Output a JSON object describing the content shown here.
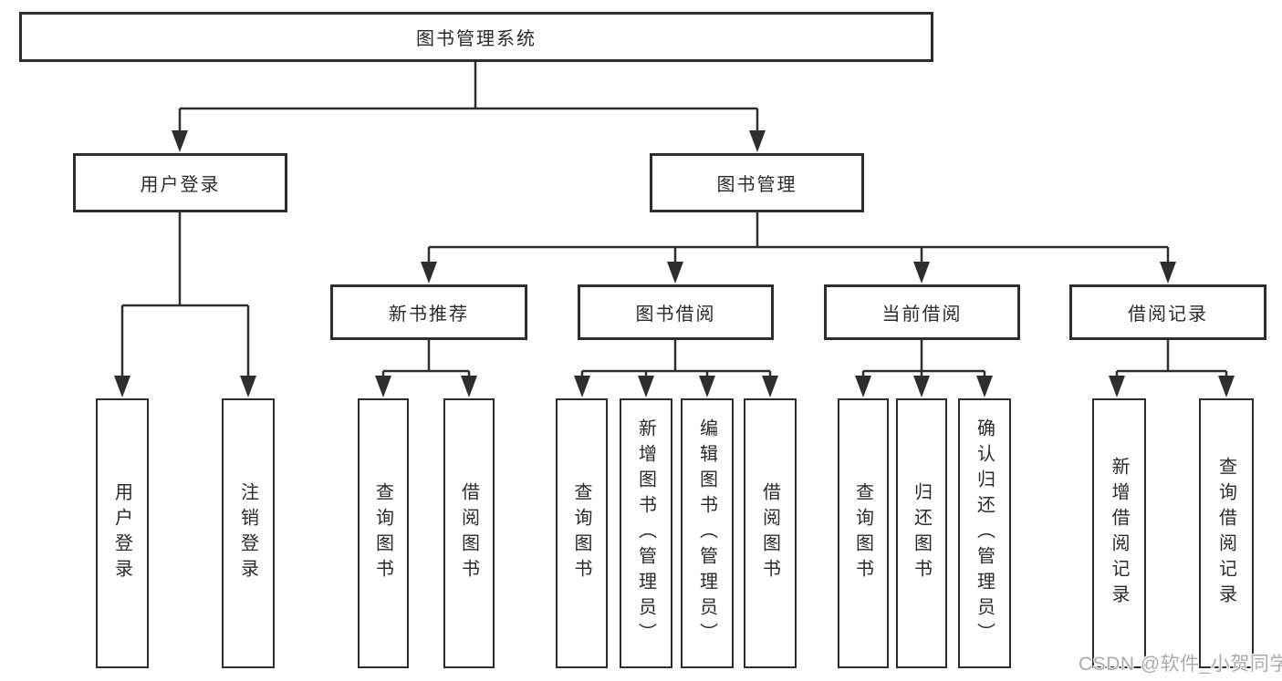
{
  "diagram": {
    "title": "图书管理系统",
    "user_login": {
      "label": "用户登录",
      "children": [
        "用户登录",
        "注销登录"
      ]
    },
    "book_management": {
      "label": "图书管理",
      "sections": [
        {
          "label": "新书推荐",
          "children": [
            "查询图书",
            "借阅图书"
          ]
        },
        {
          "label": "图书借阅",
          "children": [
            "查询图书",
            "新增图书（管理员）",
            "编辑图书（管理员）",
            "借阅图书"
          ]
        },
        {
          "label": "当前借阅",
          "children": [
            "查询图书",
            "归还图书",
            "确认归还（管理员）"
          ]
        },
        {
          "label": "借阅记录",
          "children": [
            "新增借阅记录",
            "查询借阅记录"
          ]
        }
      ]
    },
    "colors": {
      "line": "#2e2e2e",
      "box_background": "#ffffff",
      "text": "#2b2b2b",
      "page_background": "#ffffff",
      "watermark": "#acacac"
    }
  },
  "watermark": {
    "text": "CSDN @软件_小贺同学"
  }
}
